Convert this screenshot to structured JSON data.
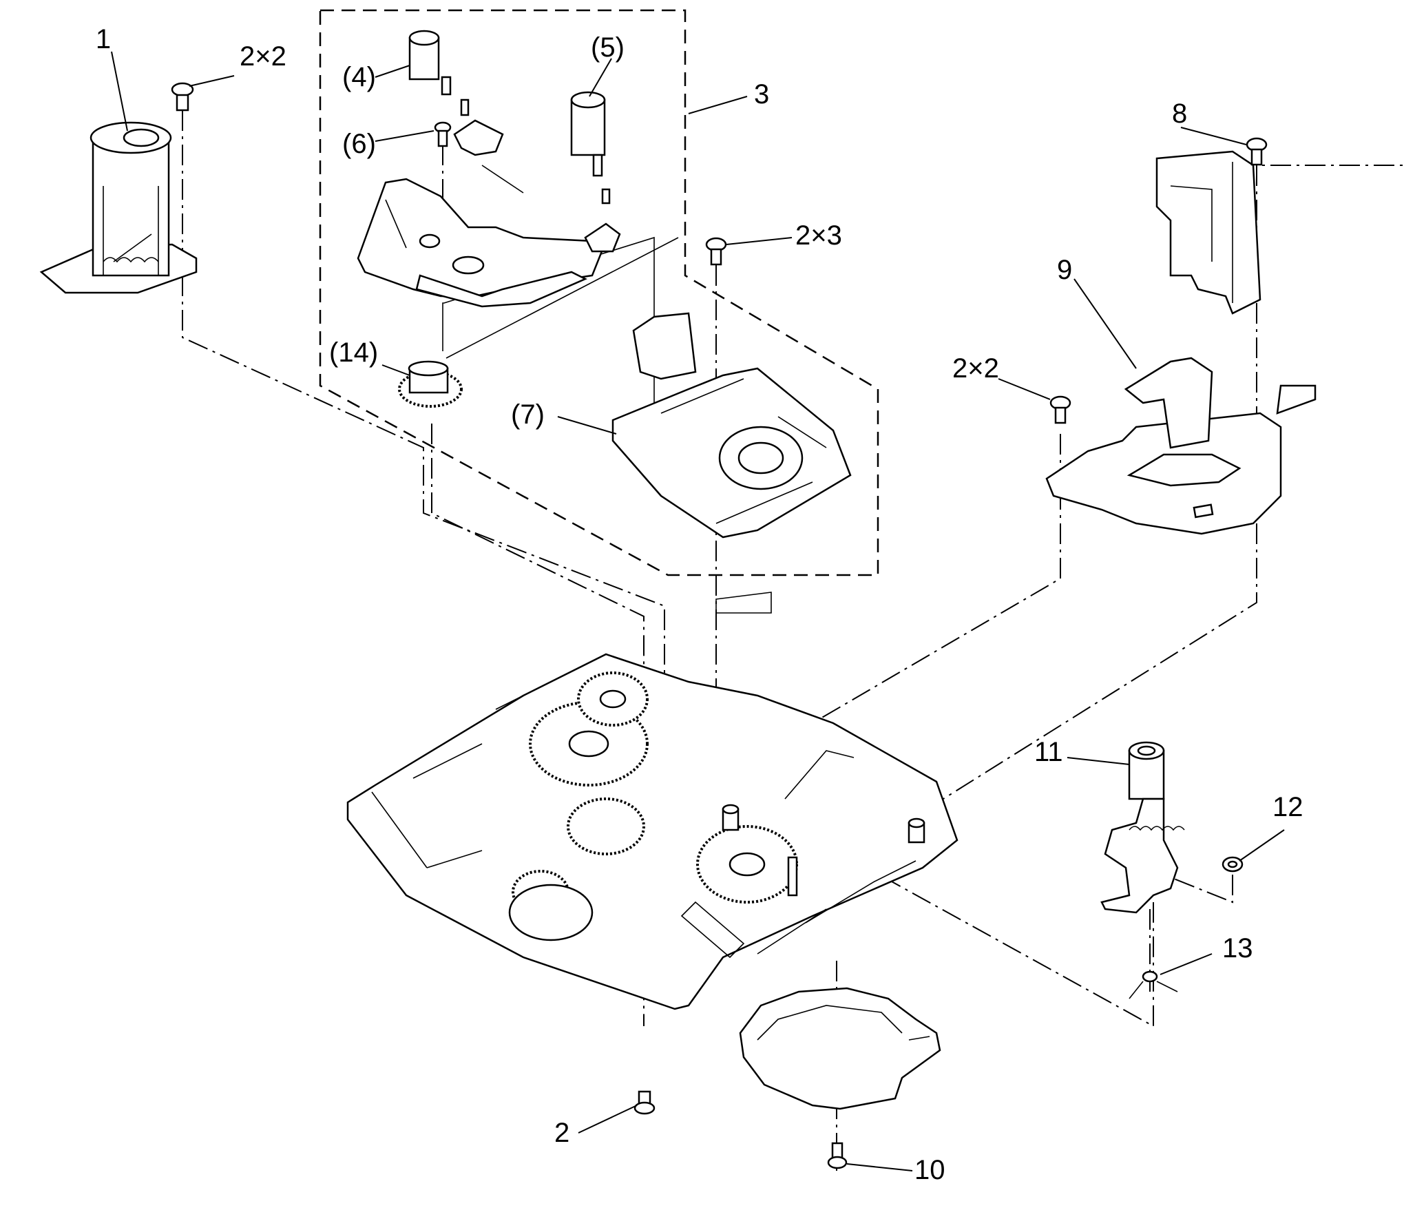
{
  "callouts": {
    "c1": "1",
    "c2x2_top": "2×2",
    "c4": "(4)",
    "c5": "(5)",
    "c3": "3",
    "c6": "(6)",
    "c8": "8",
    "c2x3": "2×3",
    "c9": "9",
    "c14": "(14)",
    "c2x2_right": "2×2",
    "c7": "(7)",
    "c11": "11",
    "c12": "12",
    "c13": "13",
    "c2_bottom": "2",
    "c10": "10"
  }
}
